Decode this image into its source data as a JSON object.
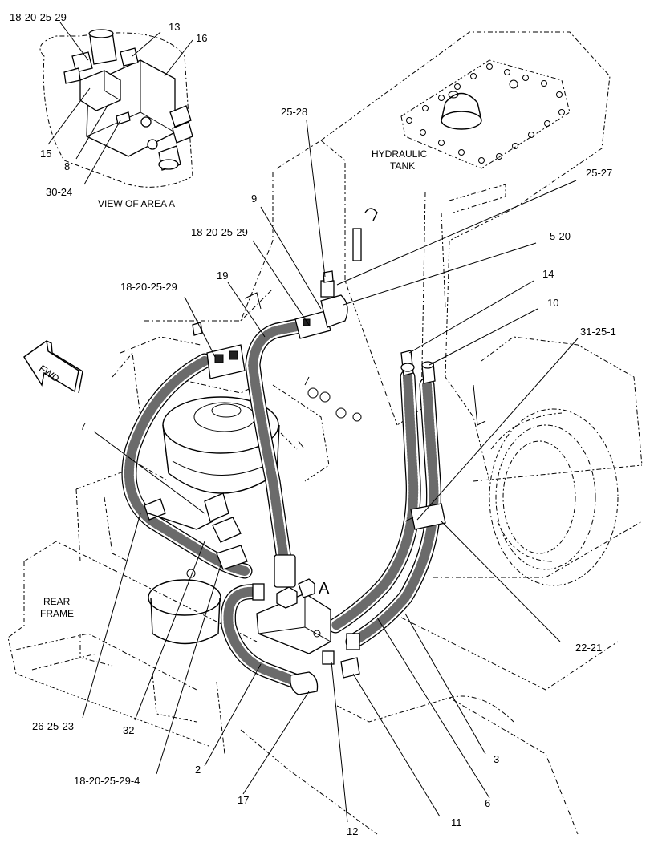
{
  "diagram": {
    "labels": {
      "inset_18_20_25_29": "18-20-25-29",
      "inset_13": "13",
      "inset_16": "16",
      "inset_15": "15",
      "inset_8": "8",
      "inset_30_24": "30-24",
      "view_caption": "VIEW OF AREA A",
      "tank_line1": "HYDRAULIC",
      "tank_line2": "TANK",
      "l_25_28": "25-28",
      "l_25_27": "25-27",
      "l_9": "9",
      "l_18_20_25_29_upper": "18-20-25-29",
      "l_5_20": "5-20",
      "l_18_20_25_29_left": "18-20-25-29",
      "l_19": "19",
      "l_14": "14",
      "l_10": "10",
      "l_31_25_1": "31-25-1",
      "fwd": "FWD",
      "l_7": "7",
      "l_A": "A",
      "rear_line1": "REAR",
      "rear_line2": "FRAME",
      "l_22_21": "22-21",
      "l_26_25_23": "26-25-23",
      "l_32": "32",
      "l_18_20_25_29_4": "18-20-25-29-4",
      "l_2": "2",
      "l_17": "17",
      "l_12": "12",
      "l_11": "11",
      "l_6": "6",
      "l_3": "3"
    }
  }
}
